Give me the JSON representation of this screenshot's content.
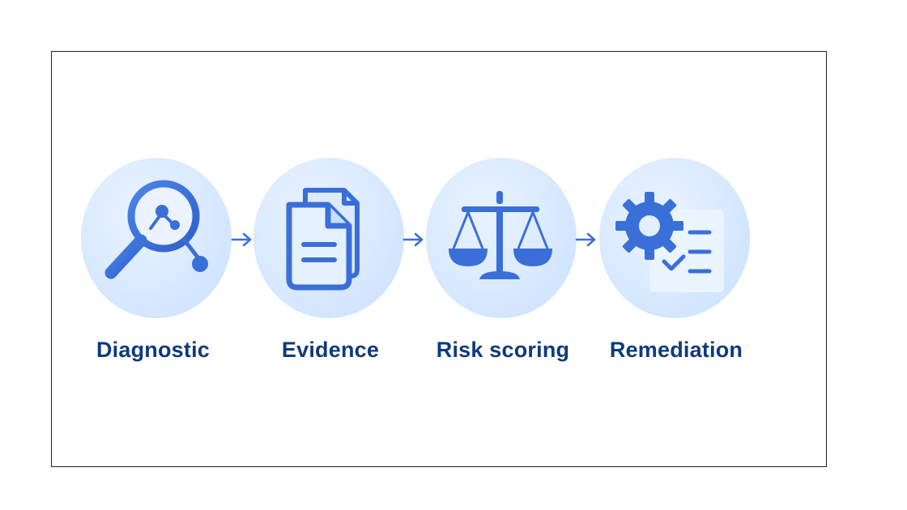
{
  "colors": {
    "icon_blue": "#3a6fd8",
    "label_navy": "#103a7a",
    "circle_fill": "#dcebff",
    "arrow_blue": "#3a6fd8"
  },
  "steps": [
    {
      "label": "Diagnostic",
      "icon": "magnifier-chart-icon"
    },
    {
      "label": "Evidence",
      "icon": "documents-icon"
    },
    {
      "label": "Risk scoring",
      "icon": "balance-scale-icon"
    },
    {
      "label": "Remediation",
      "icon": "gear-checklist-icon"
    }
  ],
  "connectors": [
    "arrow-right-icon",
    "arrow-right-icon",
    "arrow-right-icon"
  ]
}
